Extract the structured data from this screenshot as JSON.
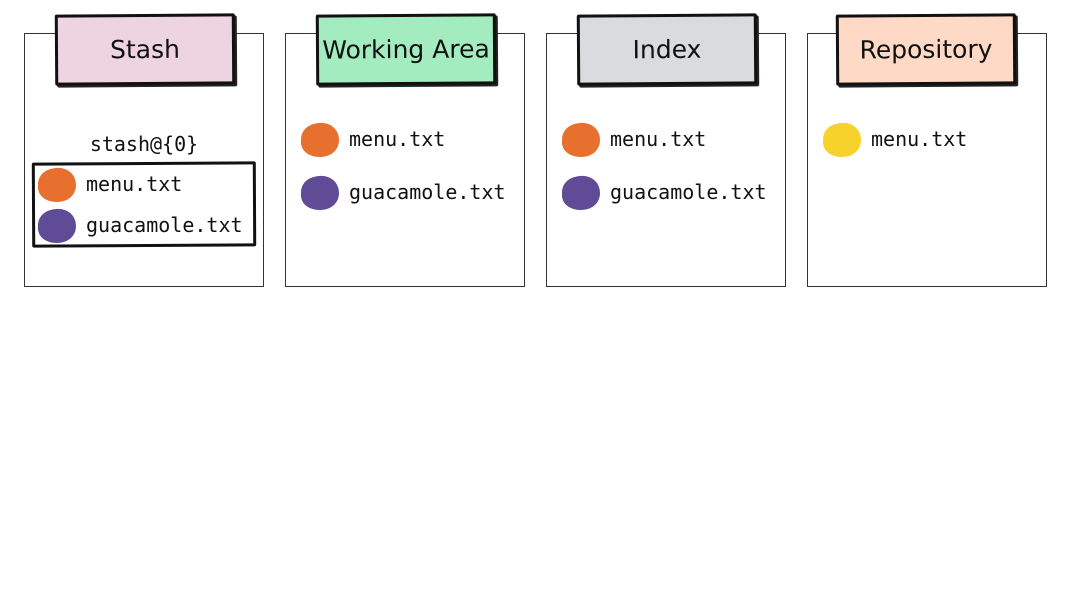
{
  "columns": [
    {
      "title": "Stash",
      "tab_color": "#eed3e0",
      "stash_ref": "stash@{0}",
      "files": [
        {
          "name": "menu.txt",
          "color": "#e8702e"
        },
        {
          "name": "guacamole.txt",
          "color": "#5f4b96"
        }
      ]
    },
    {
      "title": "Working Area",
      "tab_color": "#a3ecc0",
      "files": [
        {
          "name": "menu.txt",
          "color": "#e8702e"
        },
        {
          "name": "guacamole.txt",
          "color": "#5f4b96"
        }
      ]
    },
    {
      "title": "Index",
      "tab_color": "#d8dcdf",
      "files": [
        {
          "name": "menu.txt",
          "color": "#e8702e"
        },
        {
          "name": "guacamole.txt",
          "color": "#5f4b96"
        }
      ]
    },
    {
      "title": "Repository",
      "tab_color": "#fdd9c6",
      "files": [
        {
          "name": "menu.txt",
          "color": "#f6d22b"
        }
      ]
    }
  ]
}
